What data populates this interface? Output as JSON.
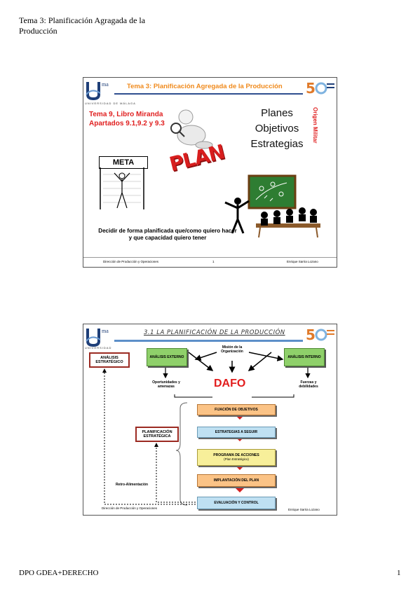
{
  "page": {
    "header": "Tema 3: Planificación Agragada de la Producción",
    "footer_left": "DPO GDEA+DERECHO",
    "page_number": "1"
  },
  "slide1": {
    "logo_text": "ma",
    "logo_sub": "UNIVERSIDAD DE MÁLAGA",
    "title": "Tema 3:  Planificación Agregada de la Producción",
    "red_line1": "Tema 9, Libro Miranda",
    "red_line2": "Apartados 9.1,9.2 y 9.3",
    "planes": [
      "Planes",
      "Objetivos",
      "Estrategias"
    ],
    "origen": "Origen Militar",
    "meta": "META",
    "plan_word": "PLAN",
    "decidir": "Decidir de forma planificada que/como quiero hacer y que capacidad quiero tener",
    "footer_left": "Dirección de Producción y Operaciones",
    "footer_num": "1",
    "footer_right": "Enrique Sarria Lozano"
  },
  "slide2": {
    "logo_text": "ma",
    "logo_sub": "UNIVERSIDAD",
    "title": "3.1 LA PLANIFICACIÓN DE LA PRODUCCIÓN",
    "analisis_estrategico": "ANÁLISIS ESTRATÉGICO",
    "analisis_externo": "ANÁLISIS EXTERNO",
    "analisis_interno": "ANÁLISIS INTERNO",
    "mision": "Misión de la Organización",
    "oportunidades": "Oportunidades y amenazas",
    "fuerzas": "Fuerzas y debilidades",
    "dafo": "DAFO",
    "planificacion_estrategica": "PLANIFICACIÓN ESTRATÉGICA",
    "steps": [
      "FIJACIÓN DE OBJETIVOS",
      "ESTRATEGIAS A SEGUIR",
      "PROGRAMA DE ACCIONES",
      "IMPLANTACIÓN DEL PLAN",
      "EVALUACIÓN Y CONTROL"
    ],
    "step3_sub": "(Plan Estratégico)",
    "retro": "Retro-Alimentación",
    "footer_left": "Dirección de Producción y Operaciones",
    "footer_right": "Enrique Sarria Lozano"
  }
}
